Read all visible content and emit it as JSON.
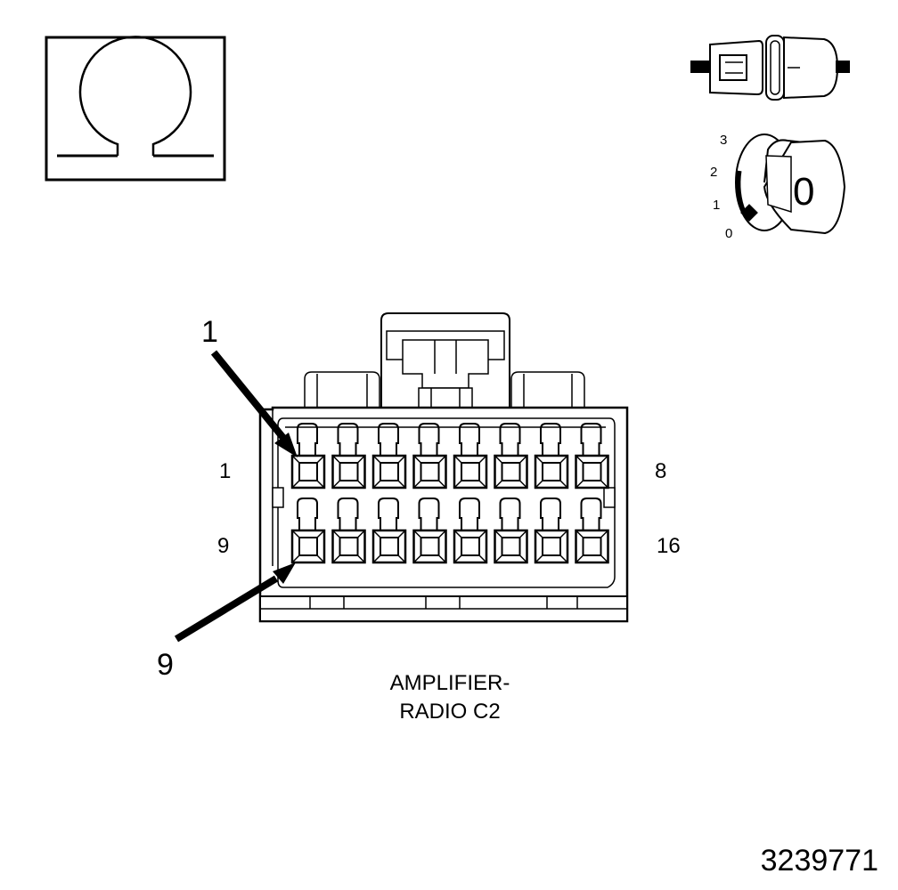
{
  "meter_symbol": {
    "icon": "ohmmeter-omega-icon"
  },
  "connector_icon": {
    "icon": "disconnected-connector-icon"
  },
  "ignition": {
    "icon": "ignition-key-icon",
    "positions": [
      "3",
      "2",
      "1",
      "0"
    ],
    "key_label": "0"
  },
  "connector": {
    "callout_top": "1",
    "callout_bottom": "9",
    "row1_left": "1",
    "row1_right": "8",
    "row2_left": "9",
    "row2_right": "16",
    "terminals_per_row": 8,
    "rows": 2
  },
  "caption": {
    "line1": "AMPLIFIER-",
    "line2": "RADIO C2"
  },
  "figure_number": "3239771"
}
